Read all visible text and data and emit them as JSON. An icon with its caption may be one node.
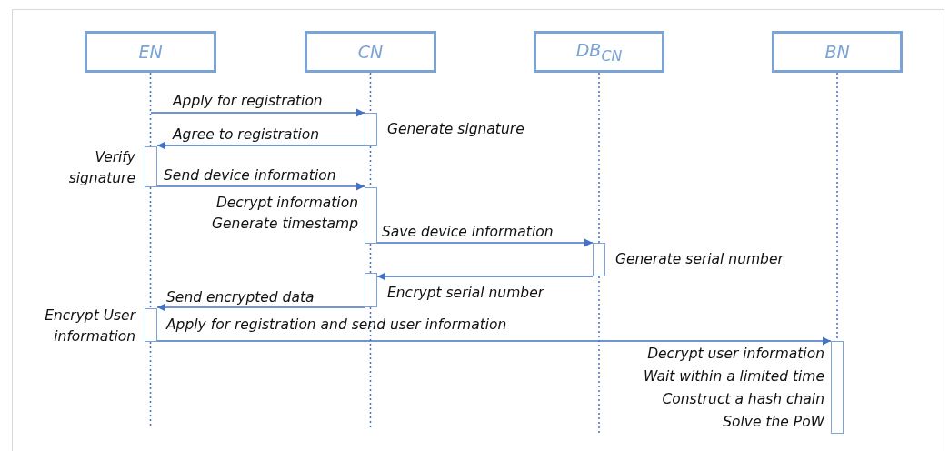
{
  "diagram": {
    "nodes": [
      {
        "text": [
          "EN"
        ]
      },
      {
        "text": [
          "CN"
        ]
      },
      {
        "text": [
          "DB$_{CN}$"
        ]
      },
      {
        "text": [
          "BN"
        ]
      },
      {
        "text": [],
        "shape": "bar",
        "beside": [
          "Generate signature"
        ]
      },
      {
        "text": [],
        "shape": "bar",
        "beside": [
          "Verify signature"
        ]
      },
      {
        "text": [],
        "shape": "bar",
        "beside": [
          "Decrypt information",
          "Generate timestamp"
        ]
      },
      {
        "text": [],
        "shape": "bar",
        "beside": [
          "Generate serial number"
        ]
      },
      {
        "text": [],
        "shape": "bar",
        "beside": [
          "Encrypt serial number"
        ]
      },
      {
        "text": [],
        "shape": "bar",
        "beside": [
          "Encrypt User information"
        ]
      },
      {
        "text": [],
        "shape": "bar",
        "beside": [
          "Decrypt user information",
          "Wait within a limited time",
          "Construct a hash chain",
          "Solve the PoW"
        ]
      }
    ],
    "edges": [
      {
        "from": null,
        "to": 4,
        "arrow": "to",
        "label": "Apply for registration"
      },
      {
        "from": 4,
        "to": 5,
        "arrow": "to",
        "label": "Agree to registration"
      },
      {
        "from": 5,
        "to": 6,
        "arrow": "to",
        "label": "Send device information"
      },
      {
        "from": 6,
        "to": 7,
        "arrow": "to",
        "label": "Save device information"
      },
      {
        "from": 7,
        "to": 8,
        "arrow": "to"
      },
      {
        "from": 8,
        "to": 9,
        "arrow": "to",
        "label": "Send encrypted data"
      },
      {
        "from": 9,
        "to": 10,
        "arrow": "to",
        "label": "Apply for registration and send user information"
      },
      {
        "from": 0,
        "to": 5,
        "arrow": "none",
        "style": "dashed"
      },
      {
        "from": 5,
        "to": 9,
        "arrow": "none",
        "style": "dashed"
      },
      {
        "from": 9,
        "to": null,
        "arrow": "none",
        "style": "dashed"
      },
      {
        "from": 1,
        "to": 4,
        "arrow": "none",
        "style": "dashed"
      },
      {
        "from": 4,
        "to": 6,
        "arrow": "none",
        "style": "dashed"
      },
      {
        "from": 6,
        "to": 8,
        "arrow": "none",
        "style": "dashed"
      },
      {
        "from": 8,
        "to": null,
        "arrow": "none",
        "style": "dashed"
      },
      {
        "from": 2,
        "to": 7,
        "arrow": "none",
        "style": "dashed"
      },
      {
        "from": 7,
        "to": null,
        "arrow": "none",
        "style": "dashed"
      },
      {
        "from": 3,
        "to": 10,
        "arrow": "none",
        "style": "dashed"
      }
    ]
  }
}
